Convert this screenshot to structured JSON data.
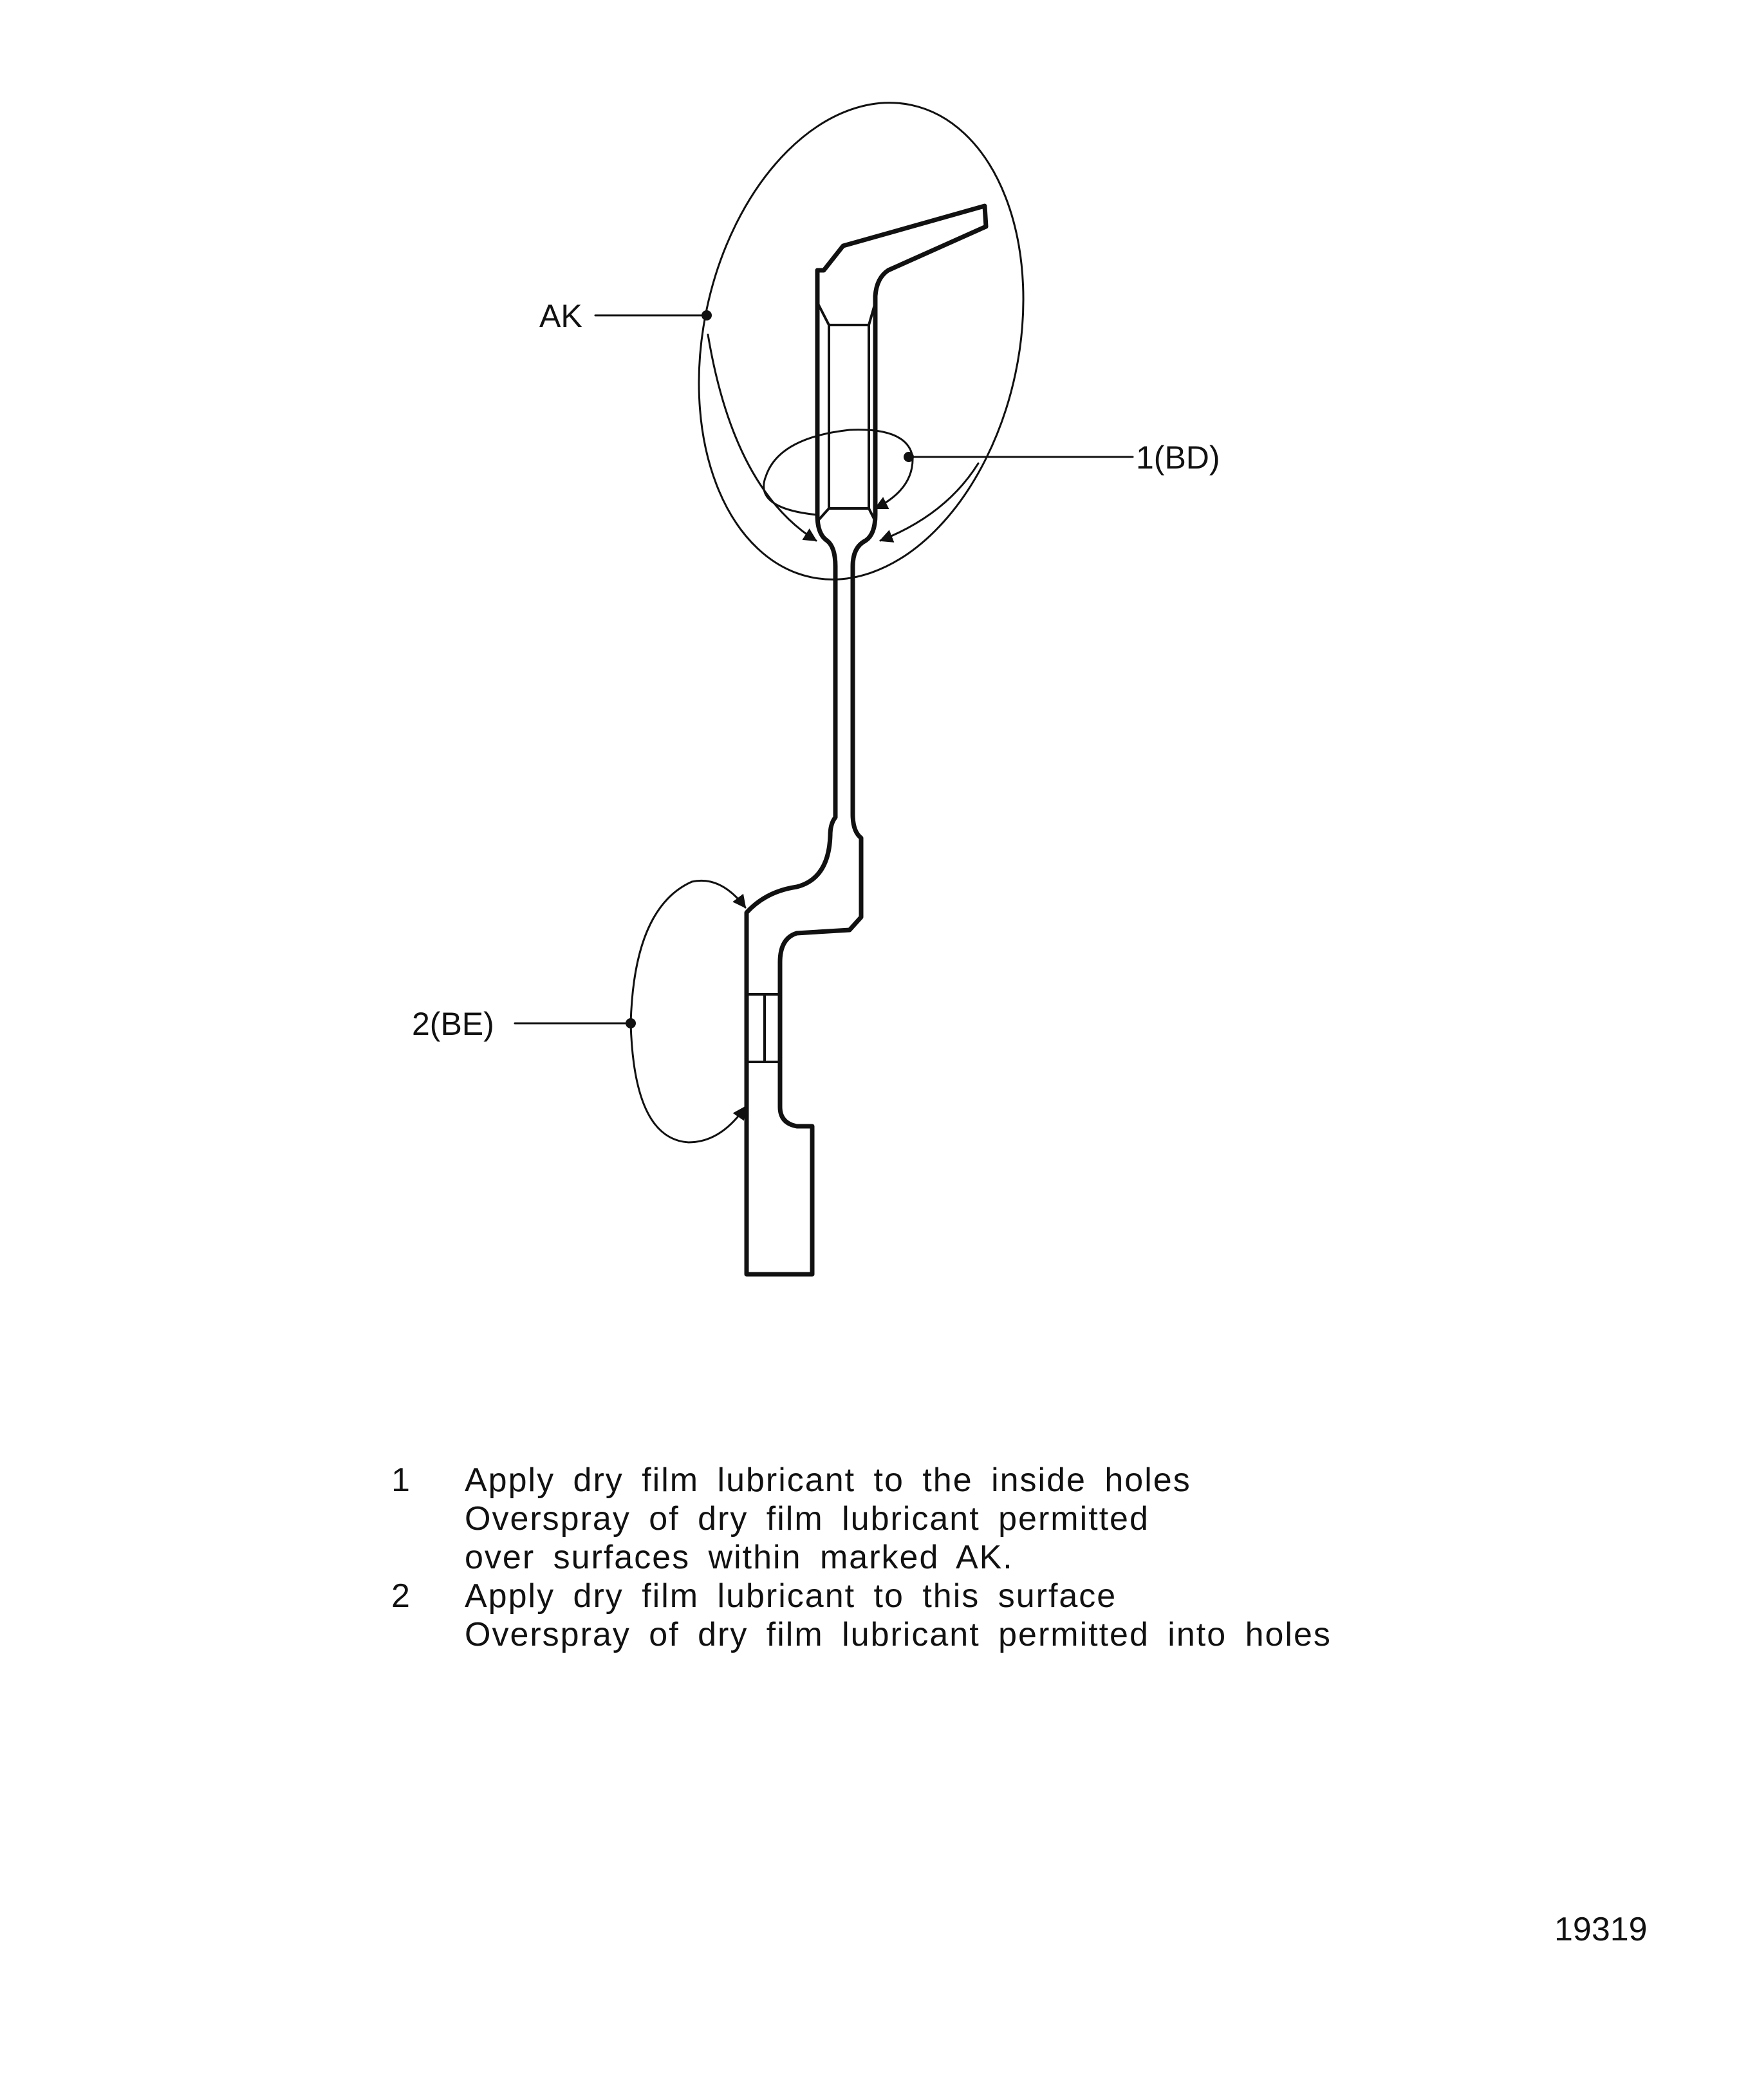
{
  "callouts": {
    "ak": "AK",
    "bd": "1(BD)",
    "be": "2(BE)"
  },
  "notes": [
    {
      "number": "1",
      "lines": [
        "Apply dry film lubricant to the inside holes",
        "Overspray of dry film lubricant permitted",
        "over surfaces within marked AK."
      ]
    },
    {
      "number": "2",
      "lines": [
        "Apply dry film lubricant to this surface",
        "Overspray of dry film lubricant permitted into holes"
      ]
    }
  ],
  "figure_number": "19319"
}
